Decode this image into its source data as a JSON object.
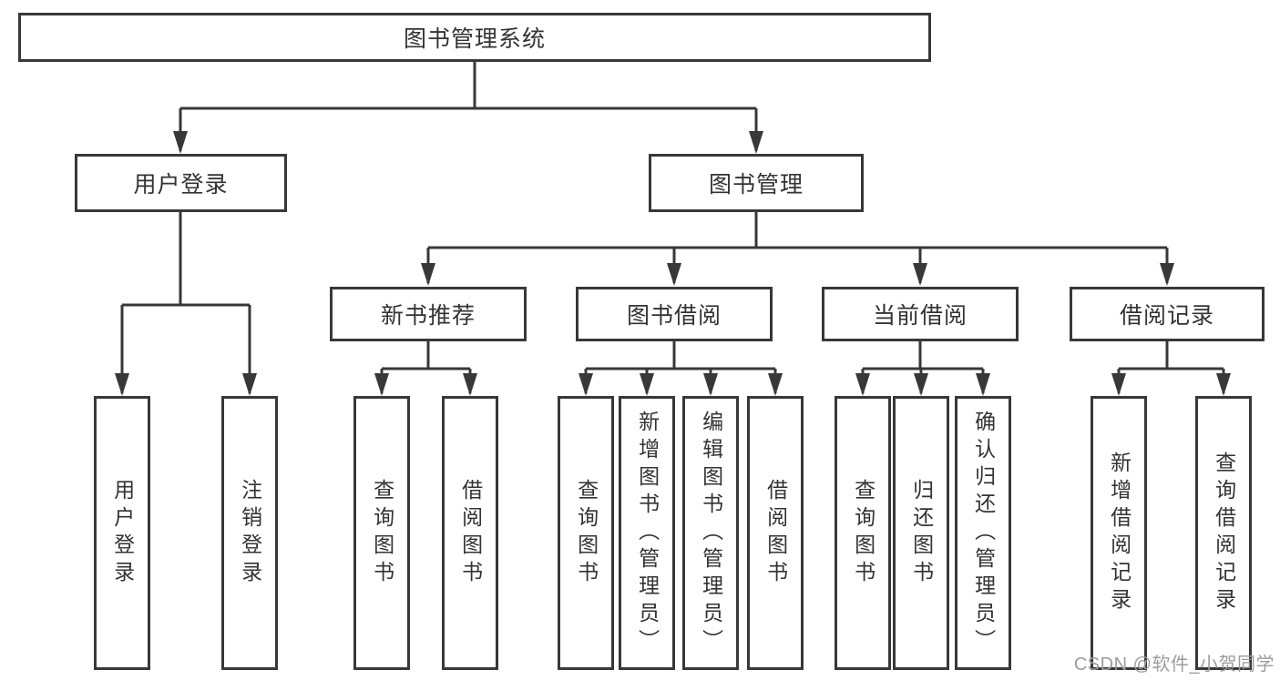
{
  "colors": {
    "line": "#383838",
    "text": "#333333",
    "watermark": "#9c9c9c",
    "background": "#ffffff"
  },
  "diagram": {
    "root": {
      "label": "图书管理系统"
    },
    "user_login": {
      "label": "用户登录",
      "children": [
        {
          "label": "用户登录"
        },
        {
          "label": "注销登录"
        }
      ]
    },
    "book_management": {
      "label": "图书管理",
      "sections": [
        {
          "label": "新书推荐",
          "children": [
            {
              "label": "查询图书"
            },
            {
              "label": "借阅图书"
            }
          ]
        },
        {
          "label": "图书借阅",
          "children": [
            {
              "label": "查询图书"
            },
            {
              "label": "新增图书（管理员）"
            },
            {
              "label": "编辑图书（管理员）"
            },
            {
              "label": "借阅图书"
            }
          ]
        },
        {
          "label": "当前借阅",
          "children": [
            {
              "label": "查询图书"
            },
            {
              "label": "归还图书"
            },
            {
              "label": "确认归还（管理员）"
            }
          ]
        },
        {
          "label": "借阅记录",
          "children": [
            {
              "label": "新增借阅记录"
            },
            {
              "label": "查询借阅记录"
            }
          ]
        }
      ]
    }
  },
  "watermark": {
    "text": "CSDN @软件_小贺同学"
  }
}
